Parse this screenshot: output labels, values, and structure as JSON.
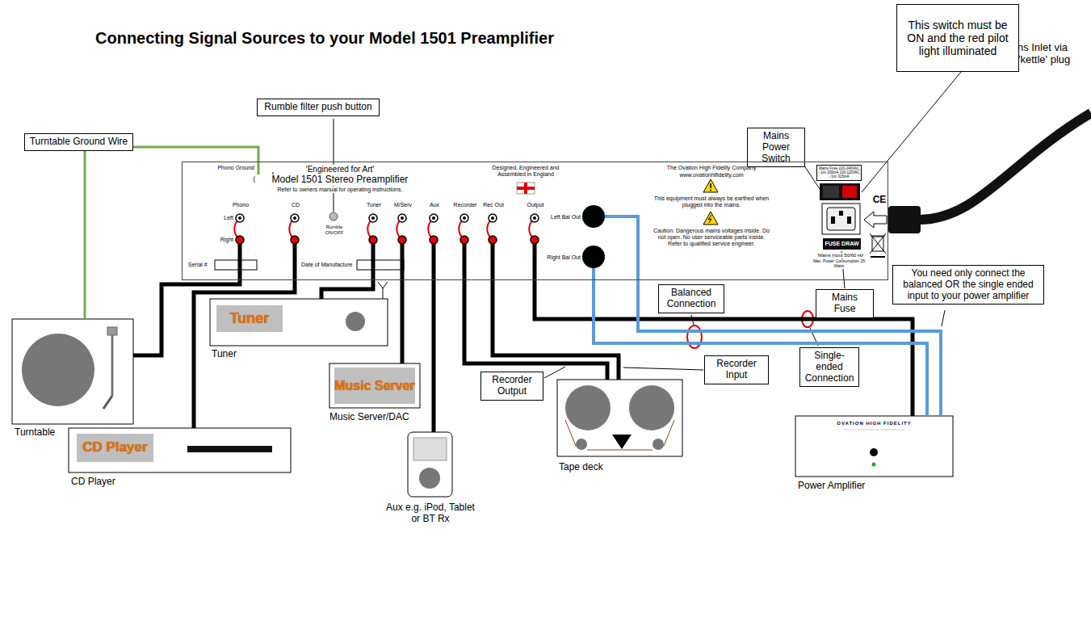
{
  "diagram": {
    "title": "Connecting Signal Sources to your Model 1501 Preamplifier",
    "nodes": [
      {
        "text": [
          "Turntable Ground Wire"
        ]
      },
      {
        "text": [
          "Rumble filter push button"
        ]
      },
      {
        "text": [
          "Mains Power Switch"
        ]
      },
      {
        "text": [
          "This switch must be ON and the red pilot light illuminated"
        ]
      },
      {
        "text": [
          "Phono Ground",
          "'Engineered for Art'",
          "Model 1501 Stereo Preamplifier",
          "Refer to owners manual for operating instructions.",
          "Designed, Engineered and Assembled in England",
          "The Ovation High Fidelity Company",
          "www.ovationhifidelity.com",
          "This equipment must always be earthed when plugged into the mains.",
          "Caution: Dangerous mains voltages inside. Do not open. No user serviceable parts inside. Refer to qualified service engineer.",
          "Phono",
          "CD",
          "Tuner",
          "M/Serv",
          "Aux",
          "Recorder",
          "Rec Out",
          "Output",
          "Left",
          "Right",
          "Rumble ON/OFF",
          "Serial #",
          "Date of Manufacture",
          "Left Bal Out",
          "Right Bal Out",
          "Mains Input 50/60 Hz",
          "Max. Power Consumption 25 Watts",
          "CE"
        ]
      },
      {
        "text": [
          "Mains Fuse 220-240VAC - 1xx 200mA 100-120VAC - 1xx 315mA"
        ],
        "in": 4
      },
      {
        "text": [
          "FUSE DRAW"
        ],
        "in": 4
      },
      {
        "text": [
          "You need only connect the balanced OR the single ended input to your power amplifier"
        ]
      },
      {
        "text": [
          "Mains Fuse"
        ]
      },
      {
        "text": [
          "Balanced Connection"
        ]
      },
      {
        "text": [
          "Turntable"
        ]
      },
      {
        "text": [
          "Tuner",
          "Tuner"
        ]
      },
      {
        "text": [
          "Single-ended Connection"
        ]
      },
      {
        "text": [
          "Recorder Output"
        ]
      },
      {
        "text": [
          "Recorder Input"
        ]
      },
      {
        "text": [
          "Music Server",
          "Music Server/DAC"
        ]
      },
      {
        "text": [
          "OVATION HIGH FIDELITY",
          "Power Amplifier"
        ]
      },
      {
        "text": [
          "CD Player",
          "CD Player"
        ]
      },
      {
        "text": [
          "Aux e.g. iPod, Tablet or BT Rx"
        ]
      },
      {
        "text": [
          "Tape deck"
        ]
      }
    ],
    "edges": [
      {
        "from": 10,
        "to": 4,
        "arrow": "none"
      },
      {
        "from": 10,
        "to": 4,
        "arrow": "none"
      },
      {
        "from": 17,
        "to": 4,
        "arrow": "none"
      },
      {
        "from": 11,
        "to": 4,
        "arrow": "none"
      },
      {
        "from": 15,
        "to": 4,
        "arrow": "none"
      },
      {
        "from": 18,
        "to": 4,
        "arrow": "none"
      },
      {
        "from": 19,
        "to": 4,
        "arrow": "none"
      },
      {
        "from": 4,
        "to": 19,
        "arrow": "none"
      },
      {
        "from": 4,
        "to": 16,
        "arrow": "none"
      },
      {
        "from": 4,
        "to": 16,
        "arrow": "none"
      },
      {
        "from": 4,
        "to": 16,
        "arrow": "none"
      }
    ],
    "labels": [
      "Mains Inlet via IEC 'kettle' plug"
    ]
  }
}
